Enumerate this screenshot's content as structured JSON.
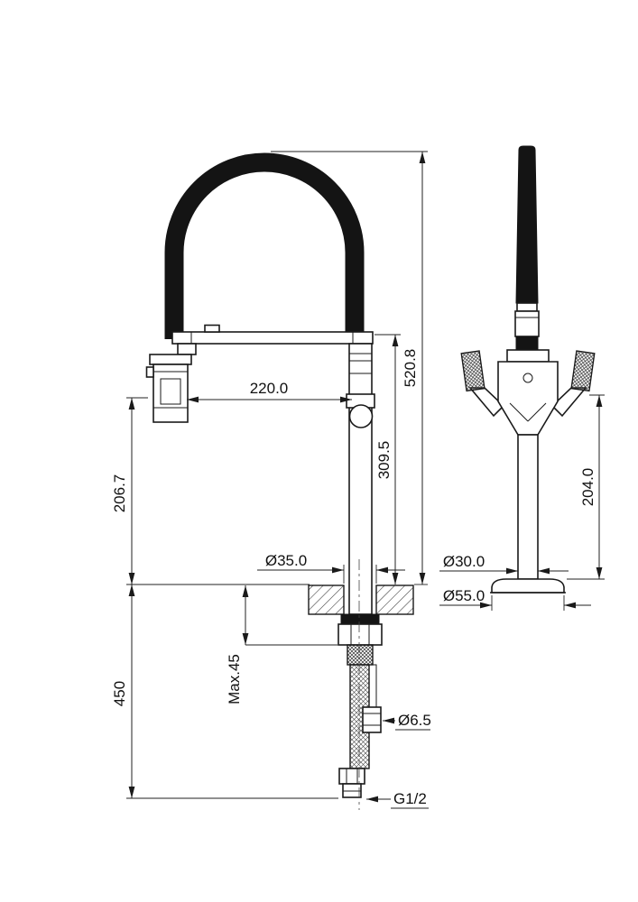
{
  "page": {
    "background": "#ffffff",
    "line_color": "#1a1a1a"
  },
  "front_view": {
    "dims": {
      "overall_height": "520.8",
      "spout_reach": "220.0",
      "spout_height": "309.5",
      "outlet_height": "206.7",
      "hose_length": "450",
      "counter_max": "Max.45",
      "shank_dia": "Ø35.0",
      "tube_dia": "Ø6.5",
      "thread_size": "G1/2"
    }
  },
  "side_view": {
    "dims": {
      "pipe_dia": "Ø30.0",
      "handle_height": "204.0",
      "base_dia": "Ø55.0"
    }
  }
}
